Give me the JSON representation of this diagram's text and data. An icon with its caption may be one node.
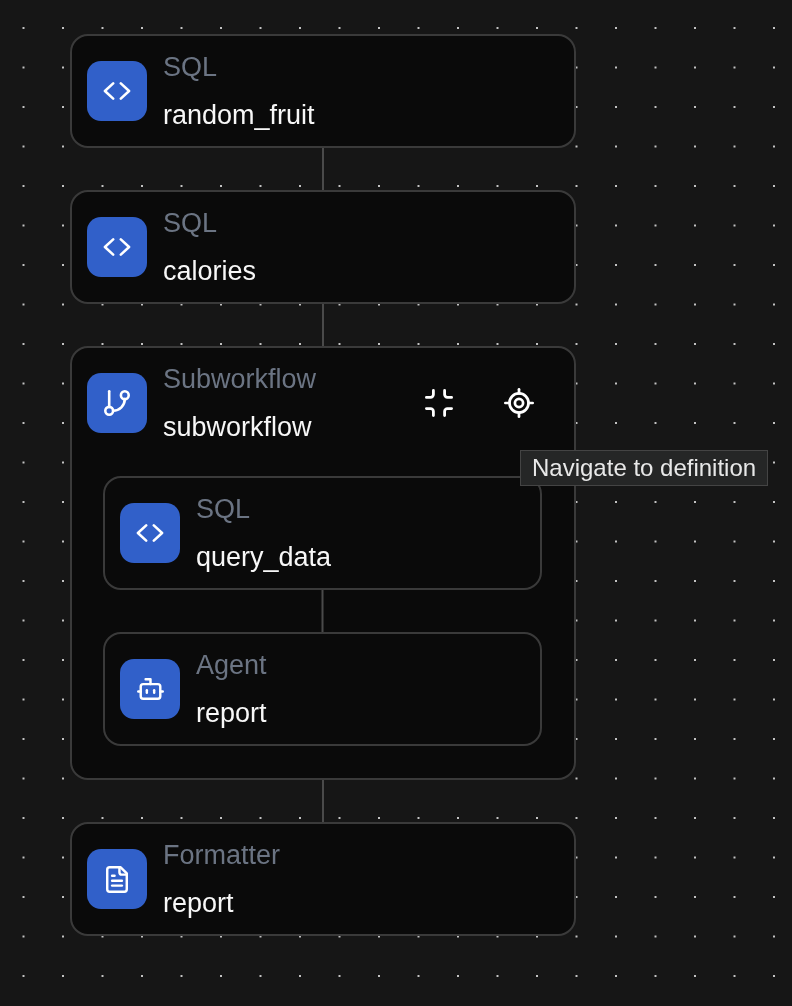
{
  "diagram": {
    "nodes": [
      {
        "text": [
          "SQL",
          "random_fruit"
        ]
      },
      {
        "text": [
          "SQL",
          "calories"
        ]
      },
      {
        "text": [
          "Subworkflow",
          "subworkflow"
        ]
      },
      {
        "text": [
          "SQL",
          "query_data"
        ],
        "in": 2
      },
      {
        "text": [
          "Agent",
          "report"
        ],
        "in": 2
      },
      {
        "text": [
          "Formatter",
          "report"
        ]
      }
    ],
    "edges": [
      {
        "from": 0,
        "to": 1,
        "arrow": "none"
      },
      {
        "from": 1,
        "to": 2,
        "arrow": "none"
      },
      {
        "from": 3,
        "to": 4,
        "arrow": "none"
      },
      {
        "from": 2,
        "to": 5,
        "arrow": "none"
      }
    ],
    "labels": [
      "Navigate to definition"
    ]
  }
}
